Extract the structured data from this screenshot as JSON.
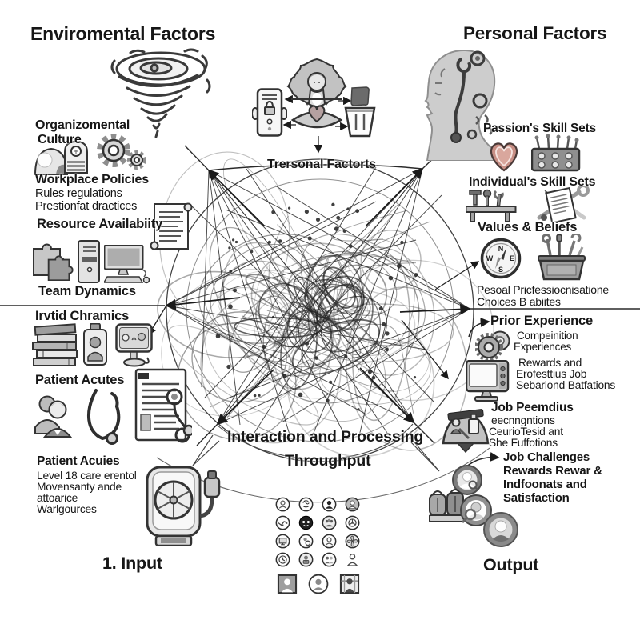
{
  "header": {
    "env_title": "Enviromental Factors",
    "personal_title": "Personal Factors"
  },
  "corners": {
    "input_label": "1. Input",
    "output_label": "Output"
  },
  "center": {
    "top_label": "Trersonal Factorts",
    "main_label_line1": "Interaction and Processing",
    "main_label_line2": "Throughput"
  },
  "left_column": {
    "org_culture": {
      "line1": "Organizomental",
      "line2": "Culture"
    },
    "workplace": {
      "heading": "Workplace Policies",
      "line1": "Rules regulations",
      "line2": "Prestionfat dractices"
    },
    "resource": {
      "heading": "Resource Availabiity"
    },
    "team": {
      "heading": "Team Dynamics"
    },
    "invtid": {
      "heading": "Irvtid Chramics"
    },
    "patient_acutes": {
      "heading": "Patient Acutes"
    },
    "patient_acuies": {
      "heading": "Patient Acuies",
      "line1": "Level 18 care erentol",
      "line2": "Movensanty ande",
      "line3": "attoarice",
      "line4": "Warlgources"
    }
  },
  "right_column": {
    "passion": {
      "heading": "Passion's Skill Sets"
    },
    "individual": {
      "heading": "Individual's Skill Sets"
    },
    "values": {
      "heading": "Values & Beliefs"
    },
    "pesoal": {
      "line1": "Pesoal Pricfessiocnisatione",
      "line2": "Choices B abiites"
    },
    "prior": {
      "heading": "Prior Experience",
      "line1": "Compeinition",
      "line2": "Experiences"
    },
    "rewards": {
      "line1": "Rewards and",
      "line2": "Erofesttius Job",
      "line3": "Sebarlond Batfations"
    },
    "job_peemdius": {
      "heading": "Job Peemdius",
      "line1": "eecnngntions",
      "line2": "CeurioTesid ant",
      "line3": "She Fuffotions"
    },
    "job_challenges": {
      "line1": "Job Challenges",
      "line2": "Rewards Rewar &",
      "line3": "Indfoonats and",
      "line4": "Satisfaction"
    }
  },
  "compass": {
    "n": "N",
    "w": "W",
    "e": "E",
    "s": "S"
  },
  "colors": {
    "background": "#ffffff",
    "ink": "#1a1a1a",
    "heart": "#c88f85",
    "gray_fill": "#d7d7d7"
  },
  "icons": {
    "top_left": [
      "tornado-icon"
    ],
    "org_culture": [
      "rock-icon",
      "bulb-badge-icon",
      "gear-large-icon",
      "gear-small-icon"
    ],
    "workplace": [
      "scroll-icon"
    ],
    "resource": [
      "puzzle-icon",
      "computer-tower-icon",
      "desktop-monitor-icon"
    ],
    "invtid": [
      "books-stack-icon",
      "id-badge-icon",
      "small-monitor-icon"
    ],
    "patient_acutes": [
      "duo-person-icon",
      "stethoscope-icon",
      "document-stethoscope-icon"
    ],
    "patient_acuies": [
      "medical-device-icon"
    ],
    "top_center": [
      "checklist-device-icon",
      "meditation-figure-icon",
      "flask-vase-icon"
    ],
    "personal": [
      "head-profile-icon",
      "heart-icon",
      "pin-box-icon",
      "workbench-tools-icon",
      "paper-pencil-wrench-icon",
      "compass-icon",
      "toolbox-icon",
      "gear-disc-icon",
      "monitor-buttons-icon",
      "balance-scale-icon",
      "avatar-ring-icon",
      "backpack-books-icon",
      "avatar-magnifier-icon",
      "avatar-dark-icon"
    ],
    "bottom_grid": [
      [
        "avatar-outline-icon",
        "avatar-sketch-icon",
        "avatar-dark-fill-icon",
        "avatar-gray-bg-icon"
      ],
      [
        "handshake-icon",
        "panda-face-icon",
        "people-group-icon",
        "wheel-people-icon"
      ],
      [
        "mini-monitor-icon",
        "magnifier-avatar-icon",
        "avatar-outline-icon",
        "pinwheel-icon"
      ],
      [
        "clock-avatar-icon",
        "mask-avatar-icon",
        "two-people-icon",
        "person-plain-icon"
      ],
      [
        "square-person-dark-icon",
        "circle-person-icon",
        "square-person-frame-icon"
      ]
    ]
  }
}
